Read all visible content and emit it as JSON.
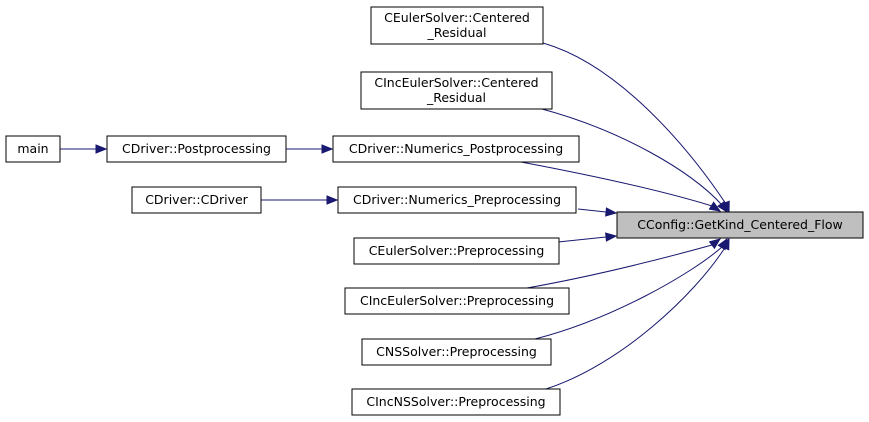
{
  "graph": {
    "title": "",
    "edge_color": "#191970",
    "focus_fill": "#bfbfbf",
    "node_fill": "#ffffff",
    "nodes": [
      {
        "id": "focus",
        "lines": [
          "CConfig::GetKind_Centered_Flow"
        ],
        "focus": true
      },
      {
        "id": "euler_cr",
        "lines": [
          "CEulerSolver::Centered",
          "_Residual"
        ]
      },
      {
        "id": "inceuler_cr",
        "lines": [
          "CIncEulerSolver::Centered",
          "_Residual"
        ]
      },
      {
        "id": "num_post",
        "lines": [
          "CDriver::Numerics_Postprocessing"
        ]
      },
      {
        "id": "num_pre",
        "lines": [
          "CDriver::Numerics_Preprocessing"
        ]
      },
      {
        "id": "euler_pre",
        "lines": [
          "CEulerSolver::Preprocessing"
        ]
      },
      {
        "id": "inceuler_pre",
        "lines": [
          "CIncEulerSolver::Preprocessing"
        ]
      },
      {
        "id": "ns_pre",
        "lines": [
          "CNSSolver::Preprocessing"
        ]
      },
      {
        "id": "incns_pre",
        "lines": [
          "CIncNSSolver::Preprocessing"
        ]
      },
      {
        "id": "post",
        "lines": [
          "CDriver::Postprocessing"
        ]
      },
      {
        "id": "cdriver",
        "lines": [
          "CDriver::CDriver"
        ]
      },
      {
        "id": "main",
        "lines": [
          "main"
        ]
      }
    ],
    "edges": [
      {
        "from": "euler_cr",
        "to": "focus"
      },
      {
        "from": "inceuler_cr",
        "to": "focus"
      },
      {
        "from": "num_post",
        "to": "focus"
      },
      {
        "from": "num_pre",
        "to": "focus"
      },
      {
        "from": "euler_pre",
        "to": "focus"
      },
      {
        "from": "inceuler_pre",
        "to": "focus"
      },
      {
        "from": "ns_pre",
        "to": "focus"
      },
      {
        "from": "incns_pre",
        "to": "focus"
      },
      {
        "from": "post",
        "to": "num_post"
      },
      {
        "from": "cdriver",
        "to": "num_pre"
      },
      {
        "from": "main",
        "to": "post"
      }
    ]
  }
}
